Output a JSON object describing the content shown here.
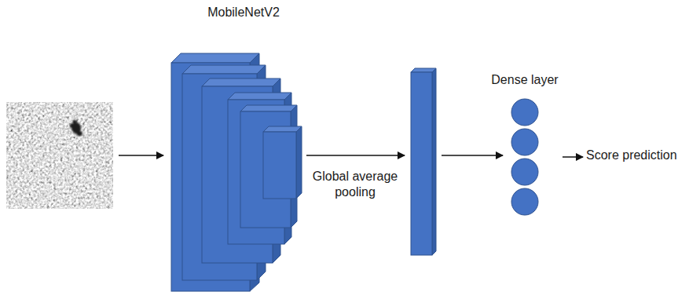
{
  "diagram": {
    "nodes": [
      {
        "text": [
          "MobileNetV2"
        ]
      },
      {
        "text": [
          "Dense layer"
        ]
      },
      {
        "text": [
          "Score prediction"
        ]
      }
    ],
    "edges": [
      {
        "from": 1,
        "to": 2,
        "arrow": "to"
      }
    ],
    "labels": [
      "Global average pooling"
    ]
  }
}
